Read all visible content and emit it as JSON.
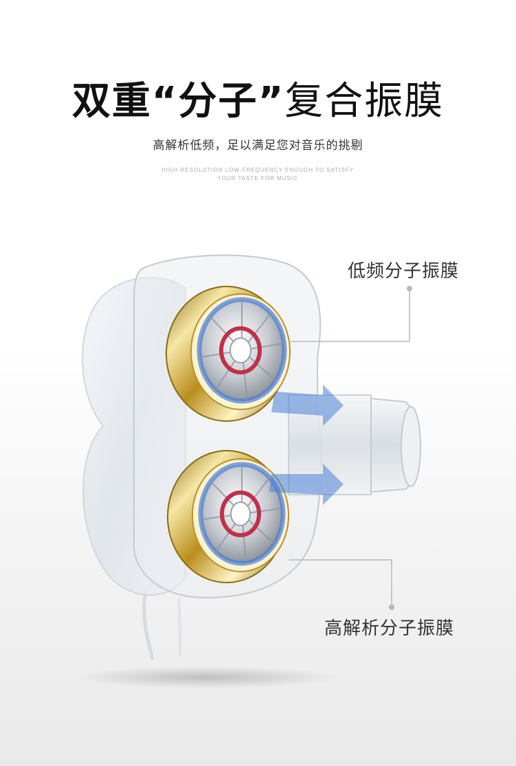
{
  "header": {
    "title_bold": "双重“分子”",
    "title_light": "复合振膜",
    "subtitle": "高解析低频，足以满足您对音乐的挑剔",
    "english_line1": "HIGH-RESOLUTION LOW-FREQUENCY ENOUGH TO SATISFY",
    "english_line2": "YOUR TASTE FOR MUSIC"
  },
  "callouts": {
    "top": "低频分子振膜",
    "bottom": "高解析分子振膜"
  },
  "colors": {
    "gold": "#c9a227",
    "diaphragm_blue": "#4a7fd6",
    "ring_red": "#c0304a",
    "leader_line": "#b8b8b8"
  }
}
